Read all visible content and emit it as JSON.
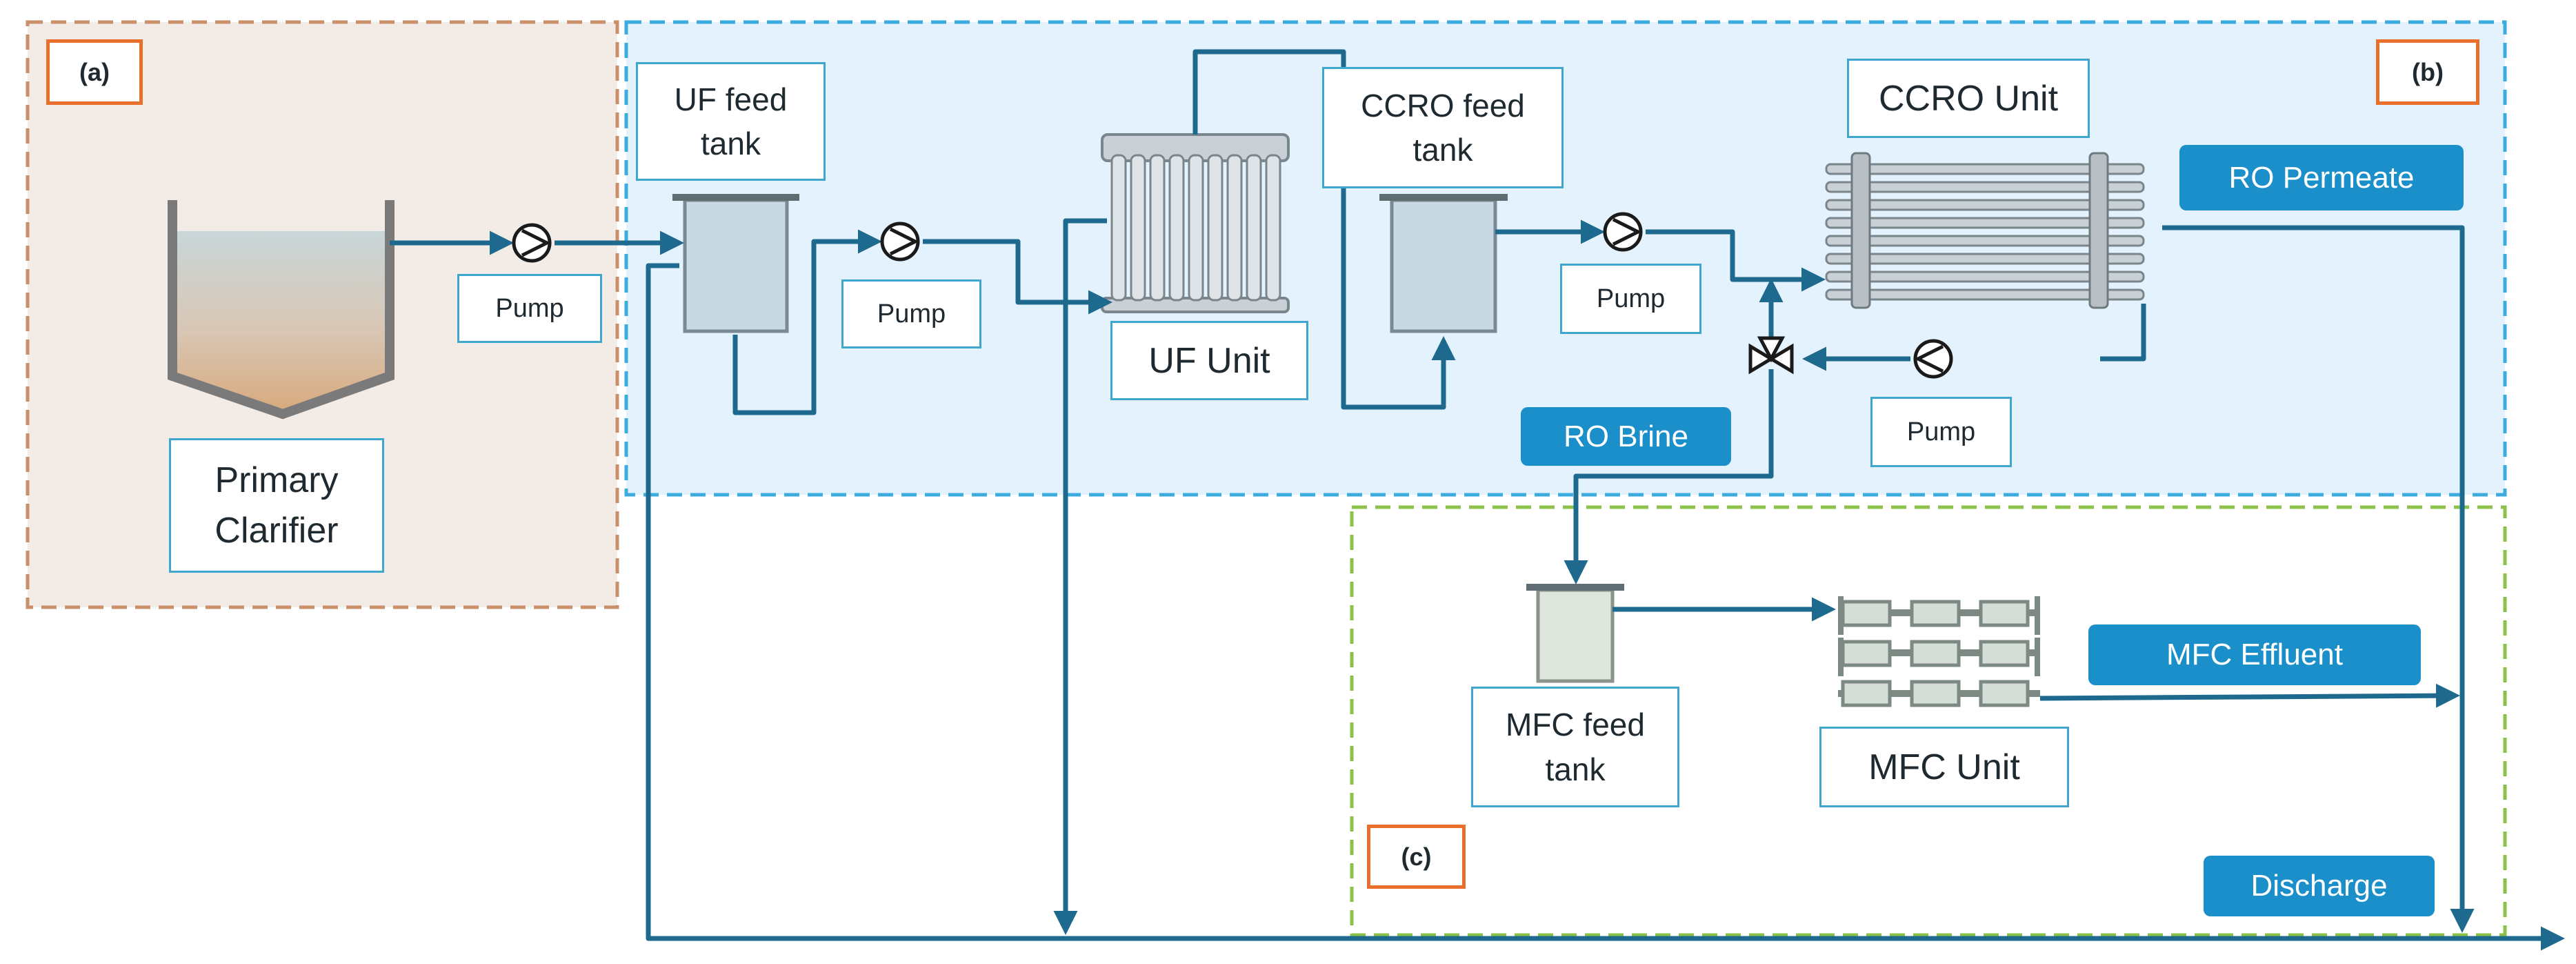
{
  "colors": {
    "pipe": "#1e6a8e",
    "zone_a_fill": "#f2ebe6",
    "zone_a_border": "#c9916b",
    "zone_b_fill": "#e4f2fd",
    "zone_b_border": "#3aace0",
    "zone_c_border": "#8bc34a",
    "label_border": "#3fa6cf",
    "pill_fill": "#1a8fc9",
    "tag_border": "#e9702c"
  },
  "zones": {
    "a_tag": "(a)",
    "b_tag": "(b)",
    "c_tag": "(c)"
  },
  "labels": {
    "primary_clarifier": "Primary\nClarifier",
    "pump_1": "Pump",
    "uf_feed_tank": "UF feed\ntank",
    "pump_2": "Pump",
    "uf_unit": "UF Unit",
    "ccro_feed_tank": "CCRO feed\ntank",
    "pump_3": "Pump",
    "ccro_unit": "CCRO Unit",
    "pump_4": "Pump",
    "mfc_feed_tank": "MFC feed\ntank",
    "mfc_unit": "MFC Unit"
  },
  "streams": {
    "ro_permeate": "RO Permeate",
    "ro_brine": "RO Brine",
    "mfc_effluent": "MFC Effluent",
    "discharge": "Discharge"
  },
  "icons": [
    "pump-icon",
    "valve-icon",
    "tank-icon",
    "clarifier-icon",
    "uf-membrane-icon",
    "ccro-membrane-icon",
    "mfc-stack-icon",
    "arrow-icon"
  ]
}
